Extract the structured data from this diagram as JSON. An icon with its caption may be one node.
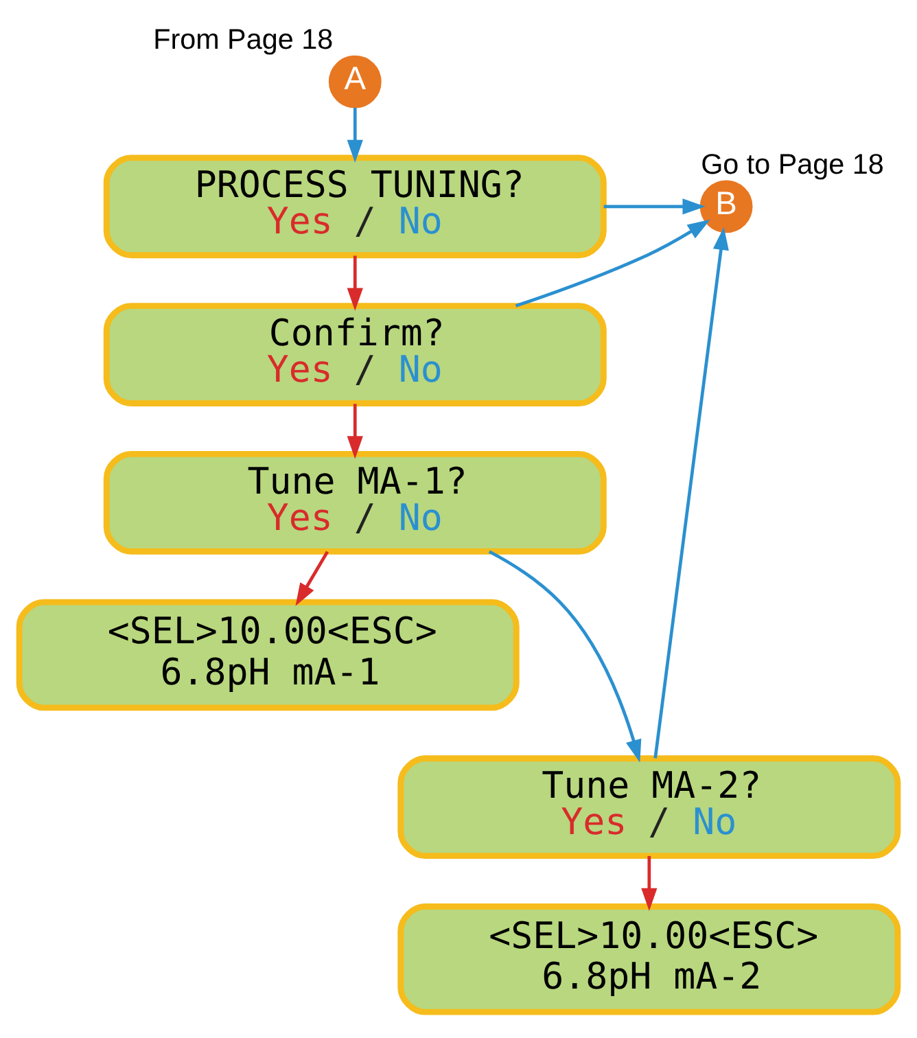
{
  "diagram": {
    "nodes": [
      {
        "text": [
          "A"
        ],
        "beside": [
          "From Page 18"
        ]
      },
      {
        "text": [
          "PROCESS TUNING?",
          "Yes",
          "/",
          "No"
        ]
      },
      {
        "text": [
          "B"
        ],
        "beside": [
          "Go to Page 18"
        ]
      },
      {
        "text": [
          "Confirm?",
          "Yes",
          "/",
          "No"
        ]
      },
      {
        "text": [
          "Tune MA-1?",
          "Yes",
          "/",
          "No"
        ]
      },
      {
        "text": [
          "<SEL>10.00<ESC>",
          "6.8pH mA-1"
        ]
      },
      {
        "text": [
          "Tune MA-2?",
          "Yes",
          "/",
          "No"
        ]
      },
      {
        "text": [
          "<SEL>10.00<ESC>",
          "6.8pH mA-2"
        ]
      }
    ],
    "edges": [
      {
        "from": 0,
        "to": 1,
        "arrow": "to"
      },
      {
        "from": 1,
        "to": 3,
        "arrow": "to",
        "color": "#d92b2b"
      },
      {
        "from": 1,
        "to": 2,
        "arrow": "to"
      },
      {
        "from": 3,
        "to": 2,
        "arrow": "to"
      },
      {
        "from": 3,
        "to": 4,
        "arrow": "to",
        "color": "#d92b2b"
      },
      {
        "from": 4,
        "to": 5,
        "arrow": "to",
        "color": "#d92b2b"
      },
      {
        "from": 4,
        "to": 6,
        "arrow": "to"
      },
      {
        "from": 6,
        "to": 2,
        "arrow": "to"
      },
      {
        "from": 6,
        "to": 7,
        "arrow": "to",
        "color": "#d92b2b"
      }
    ]
  }
}
